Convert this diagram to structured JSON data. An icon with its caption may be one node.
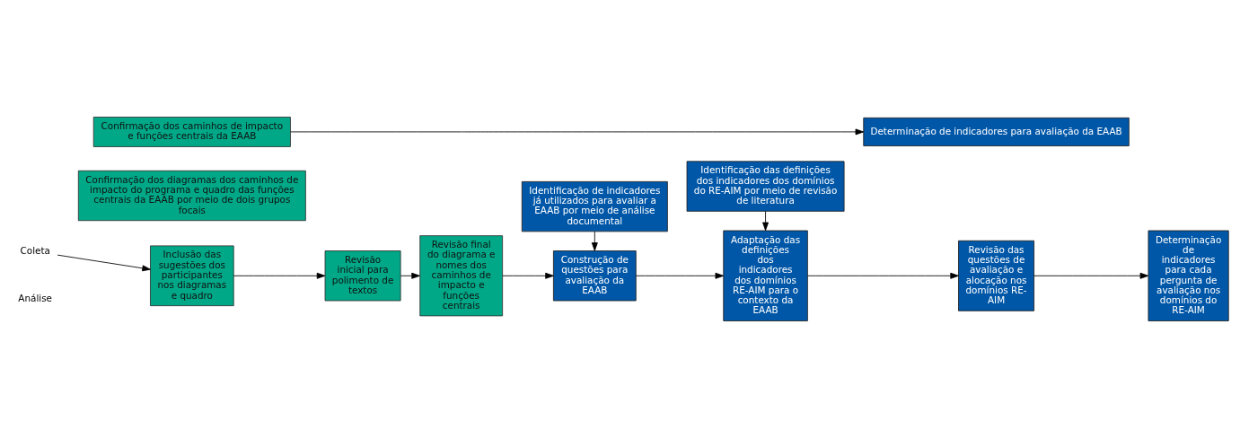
{
  "diagram": {
    "nodes": [
      {
        "text": [
          "Confirmação dos caminhos de impacto e funções centrais da EAAB"
        ]
      },
      {
        "text": [
          "Determinação de indicadores para avaliação da EAAB"
        ]
      },
      {
        "text": [
          "Confirmação dos diagramas dos caminhos de impacto do programa e quadro das funções centrais da EAAB por meio de dois grupos focais"
        ]
      },
      {
        "text": [
          "Identificação de indicadores já utilizados para avaliar a EAAB por meio de análise documental"
        ]
      },
      {
        "text": [
          "Identificação das definições dos indicadores dos domínios do RE-AIM por meio de revisão de literatura"
        ]
      },
      {
        "text": [
          "Coleta"
        ]
      },
      {
        "text": [
          "Inclusão das sugestões dos participantes nos diagramas e quadro"
        ]
      },
      {
        "text": [
          "Revisão inicial para polimento de textos"
        ]
      },
      {
        "text": [
          "Revisão final do diagrama e nomes dos caminhos de impacto e funções centrais"
        ]
      },
      {
        "text": [
          "Construção de questões para avaliação da EAAB"
        ]
      },
      {
        "text": [
          "Adaptação das definições dos indicadores dos domínios RE-AIM para o contexto da EAAB"
        ]
      },
      {
        "text": [
          "Revisão das questões de avaliação e alocação nos domínios RE-AIM"
        ]
      },
      {
        "text": [
          "Determinação de indicadores para cada pergunta de avaliação nos domínios do RE-AIM"
        ]
      }
    ],
    "edges": [
      {
        "from": 0,
        "to": 1,
        "arrow": "to"
      },
      {
        "from": 5,
        "to": 6,
        "arrow": "to"
      },
      {
        "from": 6,
        "to": 7,
        "arrow": "to"
      },
      {
        "from": 7,
        "to": 8,
        "arrow": "to"
      },
      {
        "from": 8,
        "to": 9,
        "arrow": "to"
      },
      {
        "from": 3,
        "to": 9,
        "arrow": "to"
      },
      {
        "from": 9,
        "to": 10,
        "arrow": "to"
      },
      {
        "from": 4,
        "to": 10,
        "arrow": "to"
      },
      {
        "from": 10,
        "to": 11,
        "arrow": "to"
      },
      {
        "from": 11,
        "to": 12,
        "arrow": "to"
      }
    ],
    "labels": [
      "Análise"
    ]
  }
}
